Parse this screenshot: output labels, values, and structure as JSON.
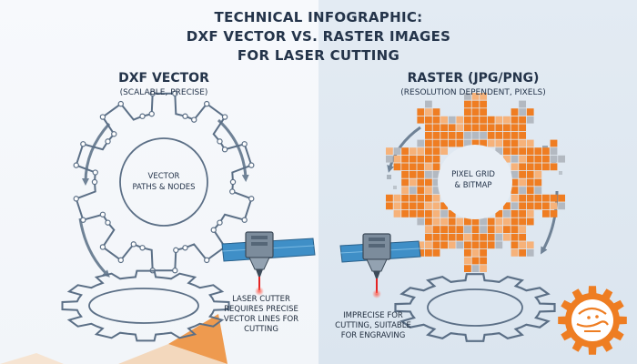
{
  "title": {
    "line1": "TECHNICAL INFOGRAPHIC:",
    "line2": "DXF VECTOR VS. RASTER IMAGES",
    "line3": "FOR LASER CUTTING"
  },
  "left": {
    "heading": "DXF VECTOR",
    "subheading": "(SCALABLE, PRECISE)",
    "gear_label_1": "VECTOR",
    "gear_label_2": "PATHS & NODES",
    "note_1": "LASER CUTTER",
    "note_2": "REQUIRES PRECISE",
    "note_3": "VECTOR LINES FOR",
    "note_4": "CUTTING"
  },
  "right": {
    "heading": "RASTER (JPG/PNG)",
    "subheading": "(RESOLUTION DEPENDENT, PIXELS)",
    "gear_label_1": "PIXEL GRID",
    "gear_label_2": "& BITMAP",
    "note_1": "IMPRECISE FOR",
    "note_2": "CUTTING, SUITABLE",
    "note_3": "FOR ENGRAVING"
  },
  "colors": {
    "navy": "#24344a",
    "gear_outline": "#5b6f86",
    "pixel_orange": "#ef7d22",
    "pixel_light": "#f6b27a",
    "pixel_gray": "#b3b9c1",
    "laser_red": "#e32323",
    "rail_blue": "#3f8fc7",
    "logo_orange": "#ee7d22"
  },
  "icons": {
    "left_gear": "vector-gear-icon",
    "right_gear": "pixel-gear-icon",
    "laser_head": "laser-head-icon",
    "cycle_arrows": "rotation-arrow-icon",
    "logo": "gear-logo-icon"
  }
}
